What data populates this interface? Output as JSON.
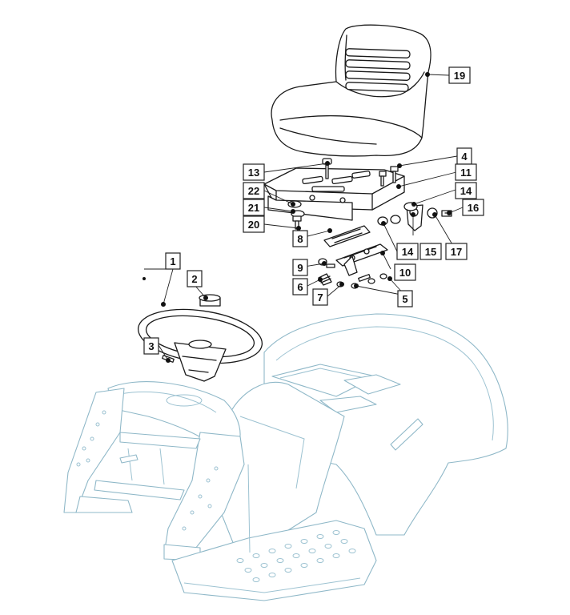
{
  "callouts": [
    {
      "id": "c1",
      "text": "1"
    },
    {
      "id": "c2",
      "text": "2"
    },
    {
      "id": "c3",
      "text": "3"
    },
    {
      "id": "c4",
      "text": "4"
    },
    {
      "id": "c5",
      "text": "5"
    },
    {
      "id": "c6",
      "text": "6"
    },
    {
      "id": "c7",
      "text": "7"
    },
    {
      "id": "c8",
      "text": "8"
    },
    {
      "id": "c9",
      "text": "9"
    },
    {
      "id": "c10",
      "text": "10"
    },
    {
      "id": "c11",
      "text": "11"
    },
    {
      "id": "c13",
      "text": "13"
    },
    {
      "id": "c14a",
      "text": "14"
    },
    {
      "id": "c14b",
      "text": "14"
    },
    {
      "id": "c15",
      "text": "15"
    },
    {
      "id": "c16",
      "text": "16"
    },
    {
      "id": "c17",
      "text": "17"
    },
    {
      "id": "c19",
      "text": "19"
    },
    {
      "id": "c20",
      "text": "20"
    },
    {
      "id": "c21",
      "text": "21"
    },
    {
      "id": "c22",
      "text": "22"
    }
  ],
  "colors": {
    "ink": "#1a1a1a",
    "body_outline": "#8fb8c8"
  }
}
